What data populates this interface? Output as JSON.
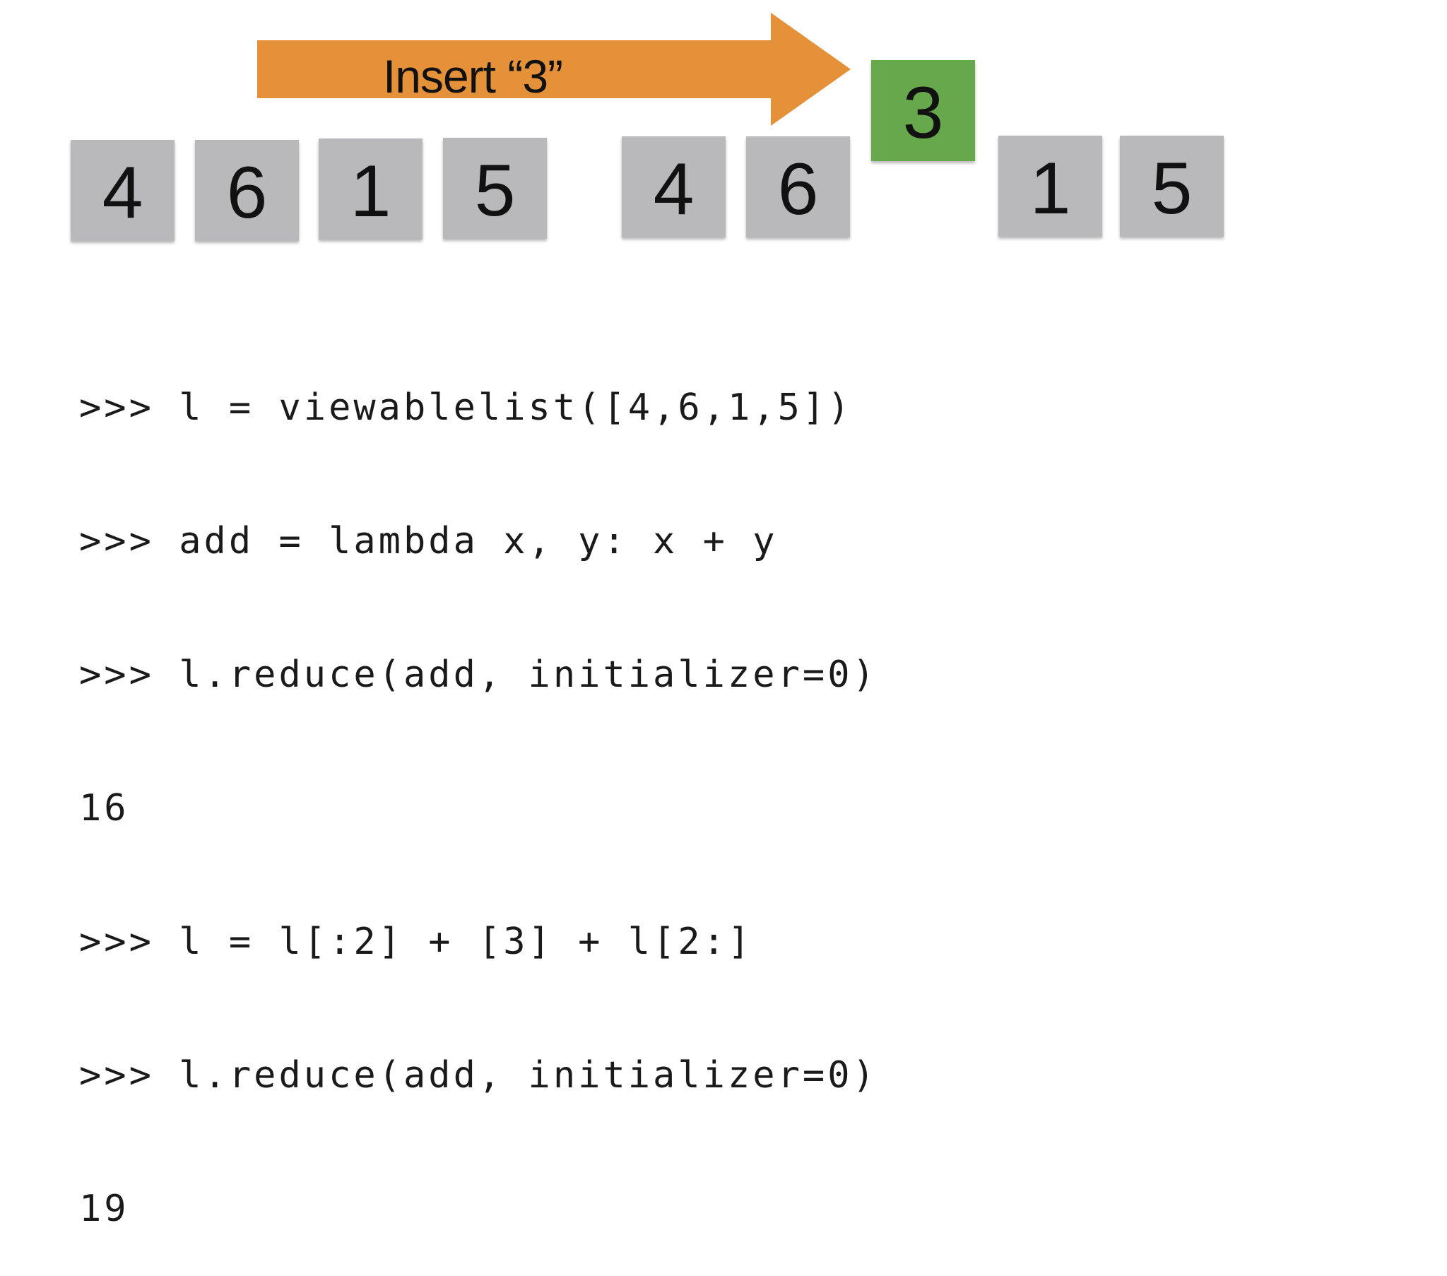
{
  "arrow": {
    "label": "Insert “3”",
    "color": "#e5913a"
  },
  "before_list": {
    "items": [
      "4",
      "6",
      "1",
      "5"
    ]
  },
  "after_list": {
    "left_items": [
      "4",
      "6"
    ],
    "inserted": "3",
    "right_items": [
      "1",
      "5"
    ]
  },
  "colors": {
    "box": "#b9b8bb",
    "inserted_box": "#66a84b"
  },
  "code": {
    "lines": [
      ">>> l = viewablelist([4,6,1,5])",
      ">>> add = lambda x, y: x + y",
      ">>> l.reduce(add, initializer=0)",
      "16",
      ">>> l = l[:2] + [3] + l[2:]",
      ">>> l.reduce(add, initializer=0)",
      "19"
    ]
  }
}
